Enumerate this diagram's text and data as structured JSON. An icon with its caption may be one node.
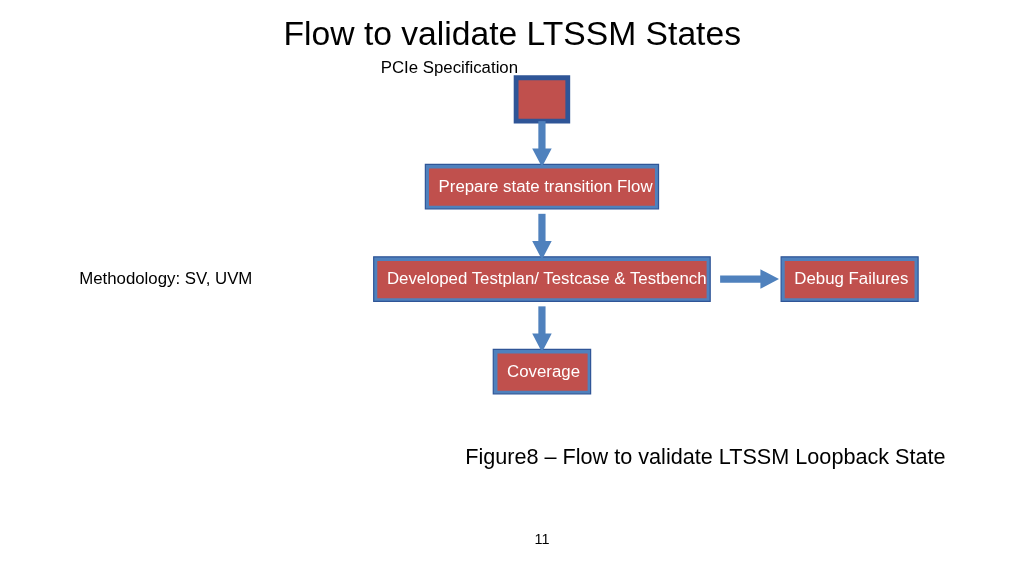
{
  "diagram": {
    "title": "Flow to validate LTSSM States",
    "caption": "Figure8 – Flow to validate LTSSM Loopback State",
    "nodes": [
      {
        "text": [],
        "shape": "box",
        "beside": [
          "PCIe Specification"
        ]
      },
      {
        "text": [
          "Prepare state transition Flow"
        ]
      },
      {
        "text": [
          "Developed Testplan/ Testcase & Testbench"
        ]
      },
      {
        "text": [
          "Debug Failures"
        ]
      },
      {
        "text": [
          "Coverage"
        ]
      }
    ],
    "edges": [
      {
        "from": 0,
        "to": 1,
        "arrow": "to"
      },
      {
        "from": 1,
        "to": 2,
        "arrow": "to"
      },
      {
        "from": 2,
        "to": 3,
        "arrow": "to"
      },
      {
        "from": 2,
        "to": 4,
        "arrow": "to"
      }
    ],
    "labels": [
      "Methodology: SV, UVM",
      "11"
    ]
  }
}
